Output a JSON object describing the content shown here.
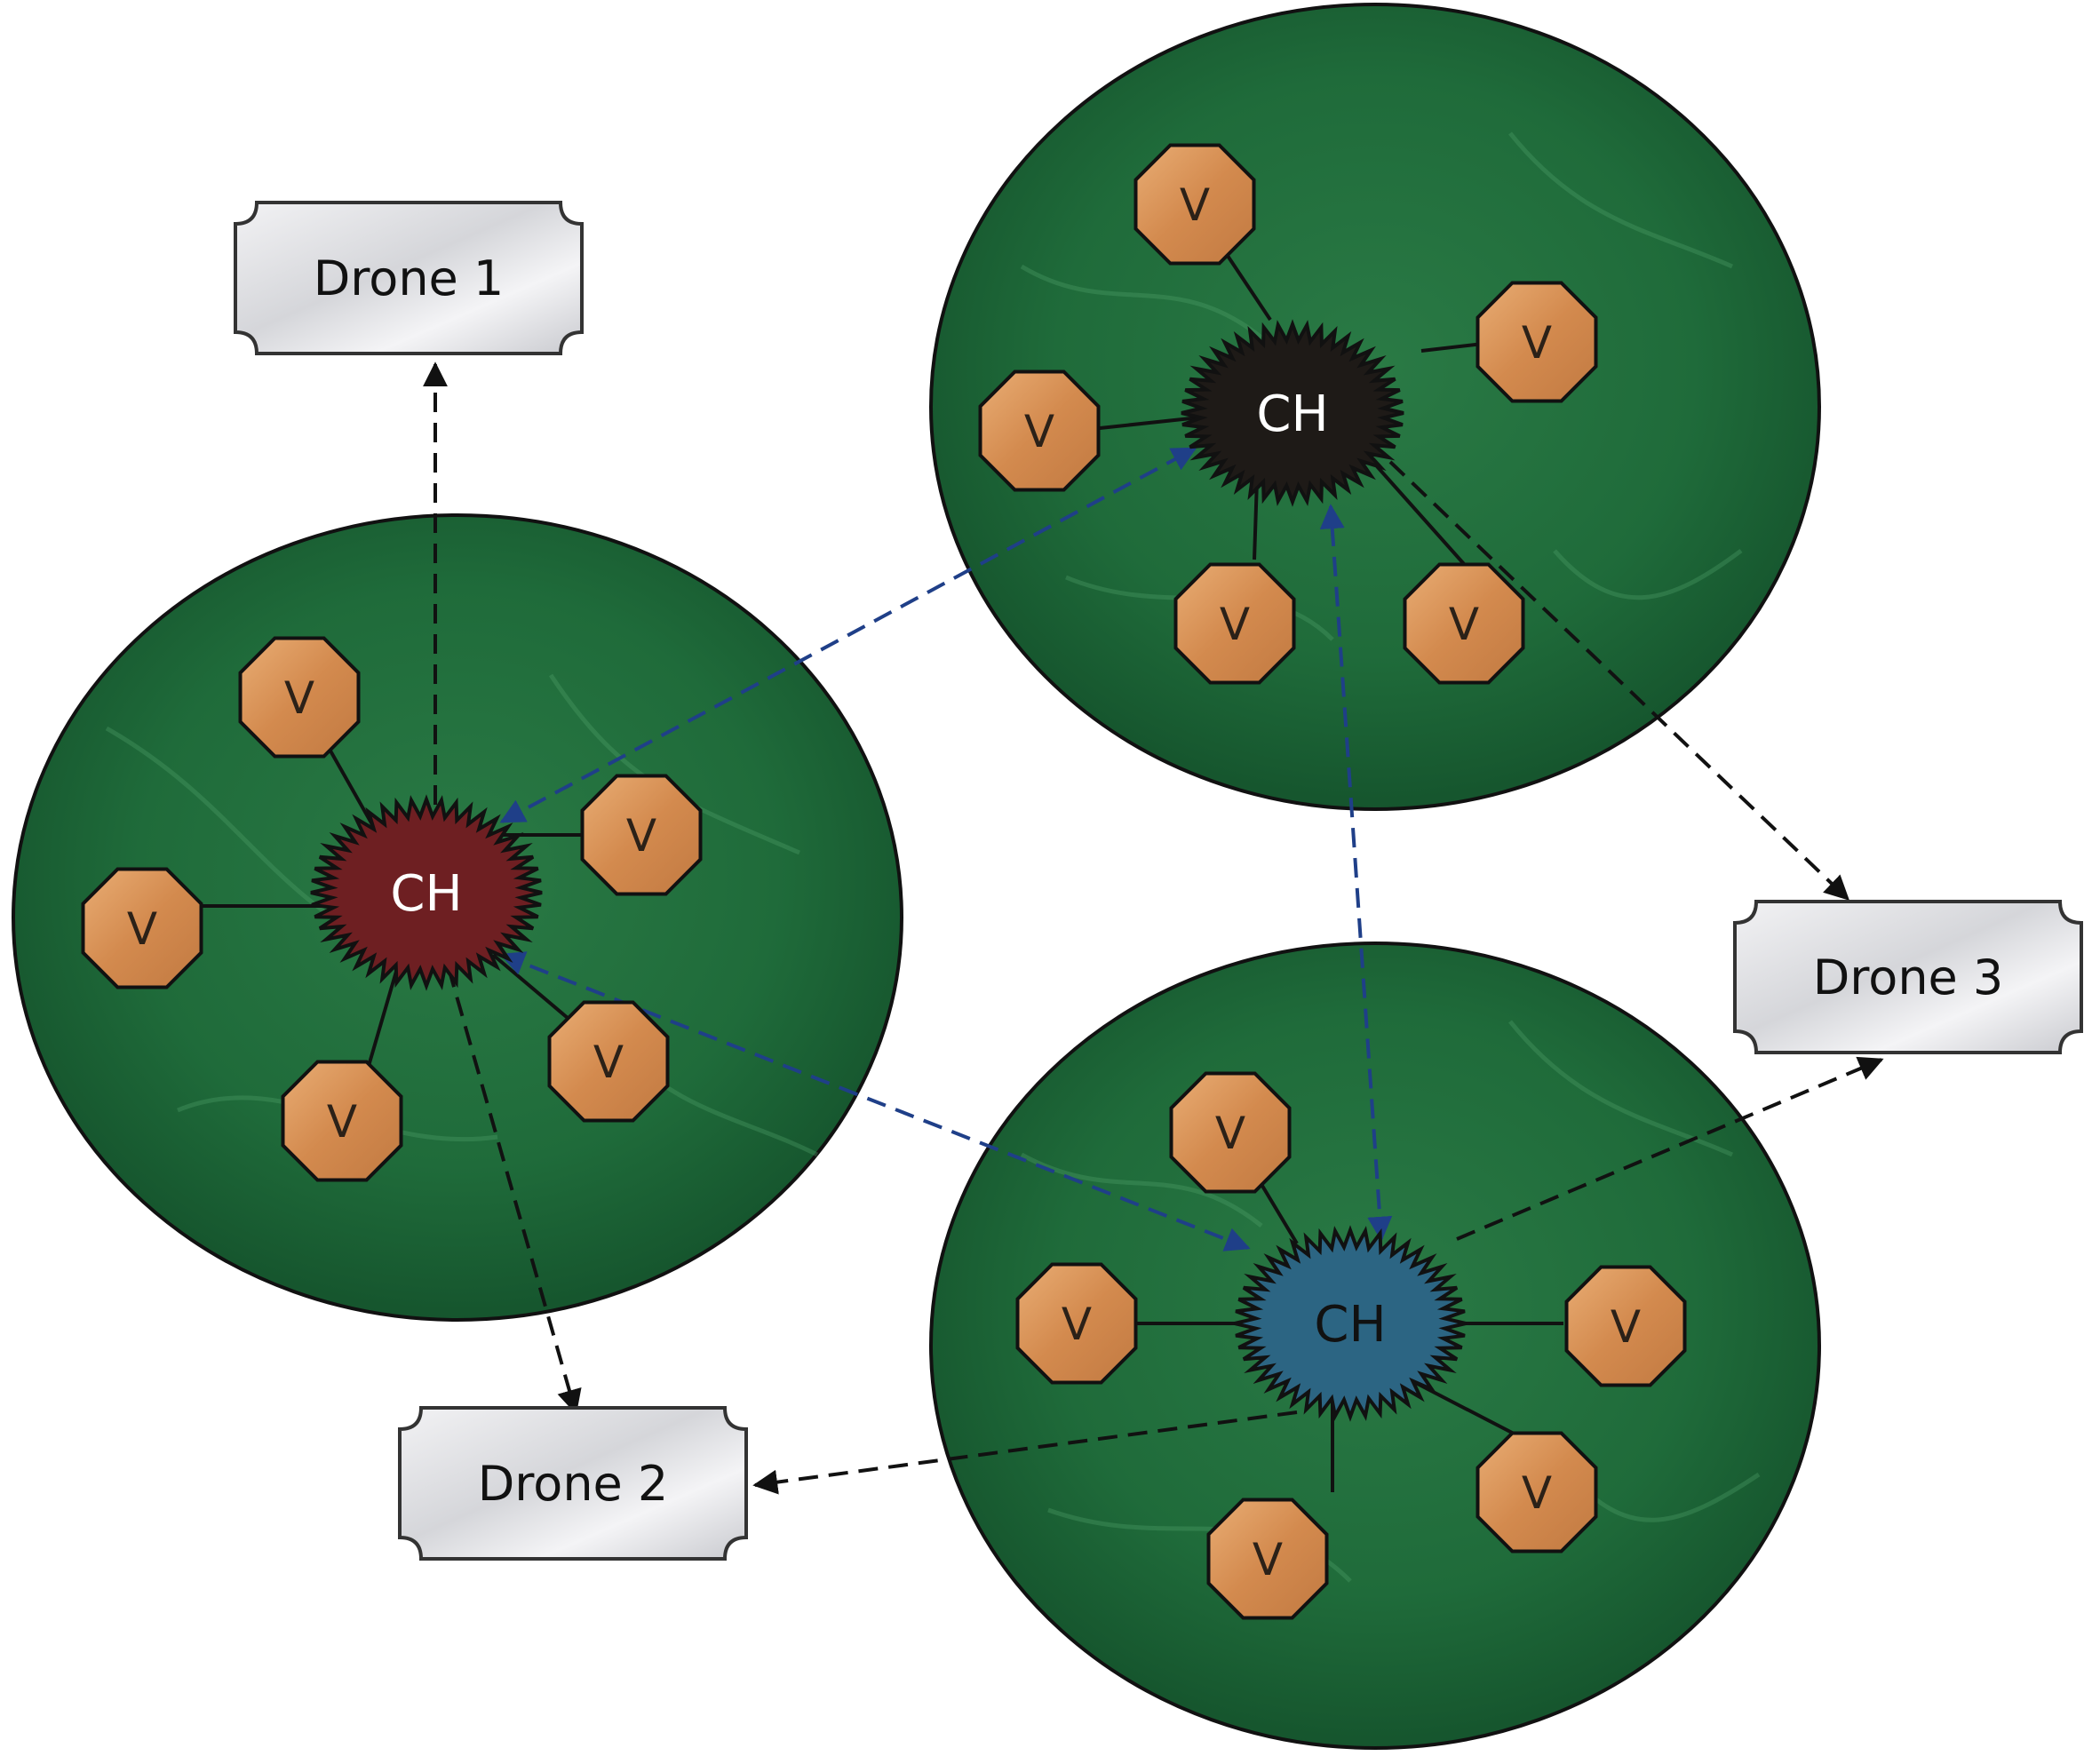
{
  "colors": {
    "cluster_fill": "#1f6b3a",
    "cluster_dark": "#0f4a25",
    "cluster_light": "#4fa06a",
    "vehicle_fill": "#d9955a",
    "vehicle_light": "#f0c08e",
    "ch_left": "#6e1f22",
    "ch_top": "#1e1a17",
    "ch_bottom": "#2c6583",
    "drone_fill": "#e8e8ea",
    "link_blue": "#1f3f88",
    "link_black": "#111111"
  },
  "icons": {
    "vehicle": "octagon",
    "cluster_head": "starburst",
    "drone": "notched-rectangle"
  },
  "clusters": [
    {
      "id": "left",
      "ch_label": "CH",
      "ch_color": "ch_left",
      "ch_text_color": "#ffffff",
      "vehicles": [
        "V",
        "V",
        "V",
        "V",
        "V"
      ]
    },
    {
      "id": "top",
      "ch_label": "CH",
      "ch_color": "ch_top",
      "ch_text_color": "#ffffff",
      "vehicles": [
        "V",
        "V",
        "V",
        "V",
        "V"
      ]
    },
    {
      "id": "bottom",
      "ch_label": "CH",
      "ch_color": "ch_bottom",
      "ch_text_color": "#111111",
      "vehicles": [
        "V",
        "V",
        "V",
        "V",
        "V"
      ]
    }
  ],
  "drones": [
    {
      "id": "drone1",
      "label": "Drone 1"
    },
    {
      "id": "drone2",
      "label": "Drone 2"
    },
    {
      "id": "drone3",
      "label": "Drone 3"
    }
  ]
}
